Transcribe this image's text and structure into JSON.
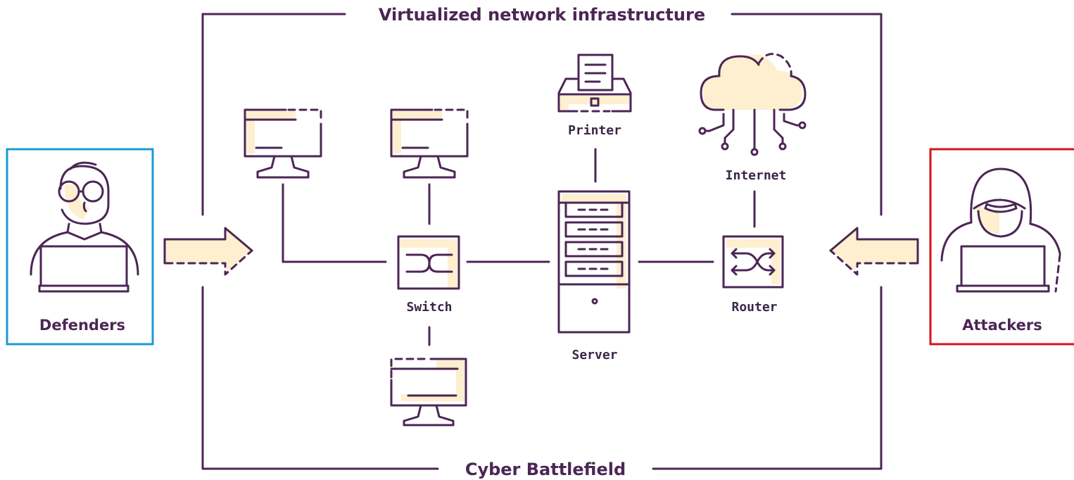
{
  "frame": {
    "top_label": "Virtualized network infrastructure",
    "bottom_label": "Cyber Battlefield"
  },
  "actors": {
    "defenders": {
      "label": "Defenders",
      "border_color": "#1b9ad6"
    },
    "attackers": {
      "label": "Attackers",
      "border_color": "#d4131b"
    }
  },
  "nodes": {
    "printer": "Printer",
    "internet": "Internet",
    "switch": "Switch",
    "router": "Router",
    "server": "Server"
  },
  "colors": {
    "ink": "#4b2655",
    "highlight": "#fdefcf"
  }
}
